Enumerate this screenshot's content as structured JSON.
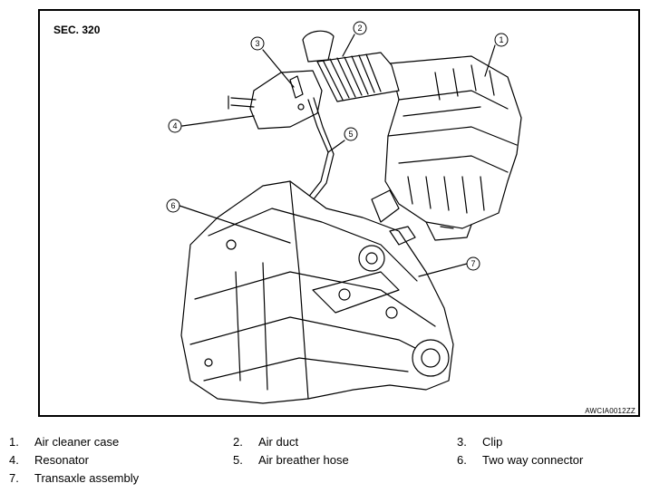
{
  "section_label": "SEC. 320",
  "figure_code": "AWCIA0012ZZ",
  "callouts": [
    "1",
    "2",
    "3",
    "4",
    "5",
    "6",
    "7"
  ],
  "legend": [
    {
      "num": "1.",
      "label": "Air cleaner case"
    },
    {
      "num": "2.",
      "label": "Air duct"
    },
    {
      "num": "3.",
      "label": "Clip"
    },
    {
      "num": "4.",
      "label": "Resonator"
    },
    {
      "num": "5.",
      "label": "Air breather hose"
    },
    {
      "num": "6.",
      "label": "Two way connector"
    },
    {
      "num": "7.",
      "label": "Transaxle assembly"
    }
  ]
}
